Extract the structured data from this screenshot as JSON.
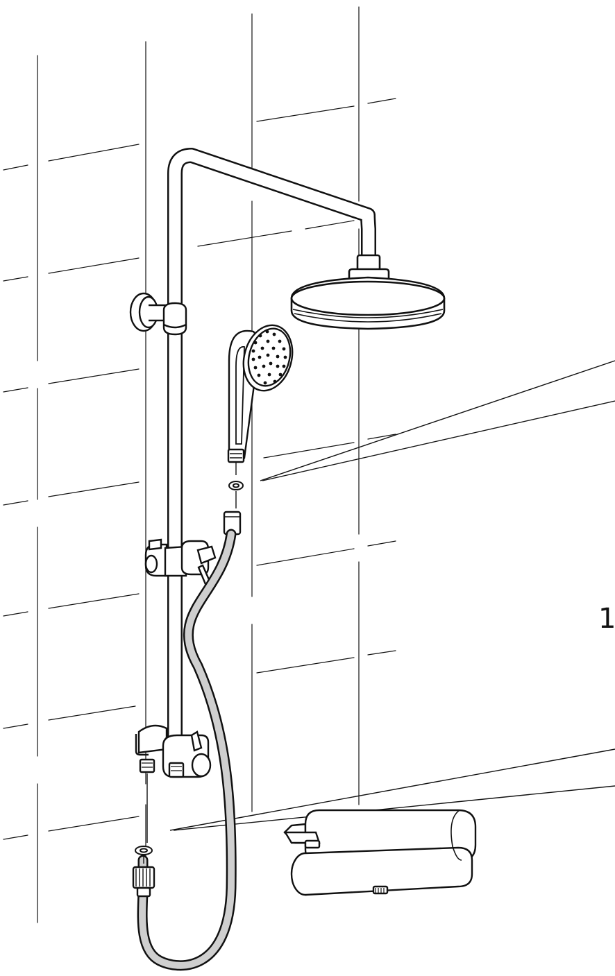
{
  "diagram": {
    "callout_number": "1",
    "stroke_color": "#111111",
    "background_color": "#ffffff",
    "hose_fill_color": "#cfcfcf",
    "components": [
      "wall-tiles",
      "riser-pipe",
      "overhead-shower-arm",
      "rain-shower-head",
      "wall-bracket",
      "slide-bar-holder",
      "hand-shower",
      "washer",
      "hose-nut",
      "shower-hose",
      "diverter",
      "thermostatic-mixer"
    ]
  }
}
